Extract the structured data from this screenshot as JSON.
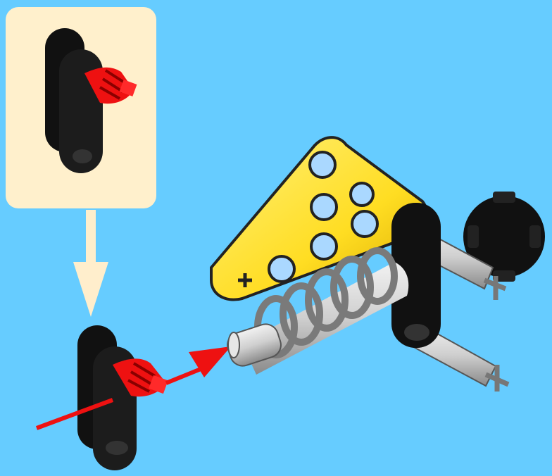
{
  "colors": {
    "background": "#66ccff",
    "callout_box": "#fff0cc",
    "callout_arrow": "#ffeecc",
    "connector_black": "#111111",
    "axle_pin_red": "#ee1111",
    "triangle_beam_yellow": "#ffdd22",
    "worm_gear_gray": "#cfcfcf",
    "assembly_arrow_red": "#ee1111"
  },
  "parts": {
    "callout": "axle-joiner-with-pin",
    "step_part": "axle-joiner-with-pin",
    "assembly": [
      "triangle-beam",
      "worm-gear",
      "gear-small",
      "axles",
      "black-connector"
    ]
  }
}
